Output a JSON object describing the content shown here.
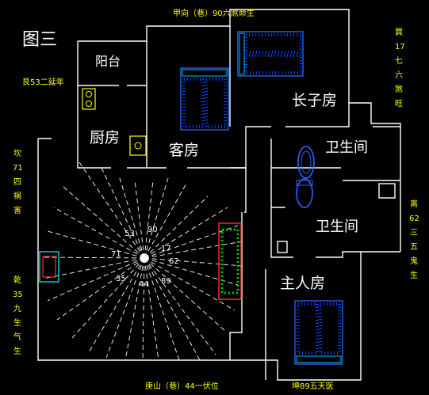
{
  "figure_label": "图三",
  "top_caption": "甲向（巷）90六煞命生",
  "bottom_caption": "庚山（巷）44一伏位",
  "bottom_right_caption": "坤89五天医",
  "left_top_note": "艮53二延年",
  "left_mid_vertical": [
    "坎",
    "71",
    "四",
    "祸",
    "害"
  ],
  "left_low_vertical": [
    "乾",
    "35",
    "九",
    "生",
    "气",
    "生"
  ],
  "right_top_vertical": [
    "巽",
    "17",
    "七",
    "六",
    "煞",
    "旺"
  ],
  "right_mid_vertical": [
    "离",
    "62",
    "三",
    "五",
    "鬼",
    "生"
  ],
  "rooms": {
    "balcony": "阳台",
    "kitchen": "厨房",
    "living": "客房",
    "eldest_son": "长子房",
    "bath_1": "卫生间",
    "bath_2": "卫生间",
    "master": "主人房"
  },
  "compass_numbers": [
    "53",
    "90",
    "71",
    "17",
    "62",
    "35",
    "44",
    "89"
  ],
  "colors": {
    "wall": "#ffffff",
    "text_yellow": "#ffff00",
    "bed": "#2060ff",
    "sofa": "#ff3030",
    "plant": "#00c000"
  }
}
